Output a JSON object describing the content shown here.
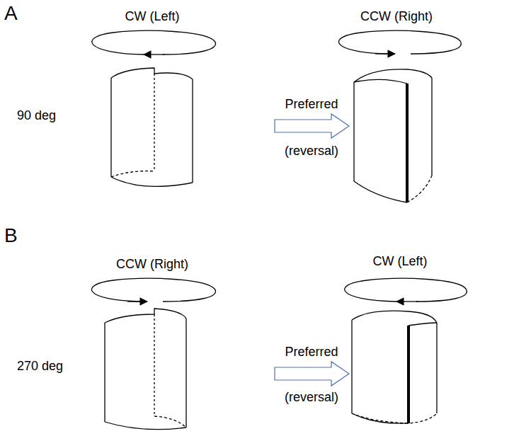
{
  "diagram": {
    "labels": [
      "A",
      "CW (Left)",
      "CCW (Right)",
      "90 deg",
      "Preferred",
      "(reversal)",
      "B",
      "CCW (Right)",
      "CW (Left)",
      "270 deg",
      "Preferred",
      "(reversal)"
    ]
  }
}
